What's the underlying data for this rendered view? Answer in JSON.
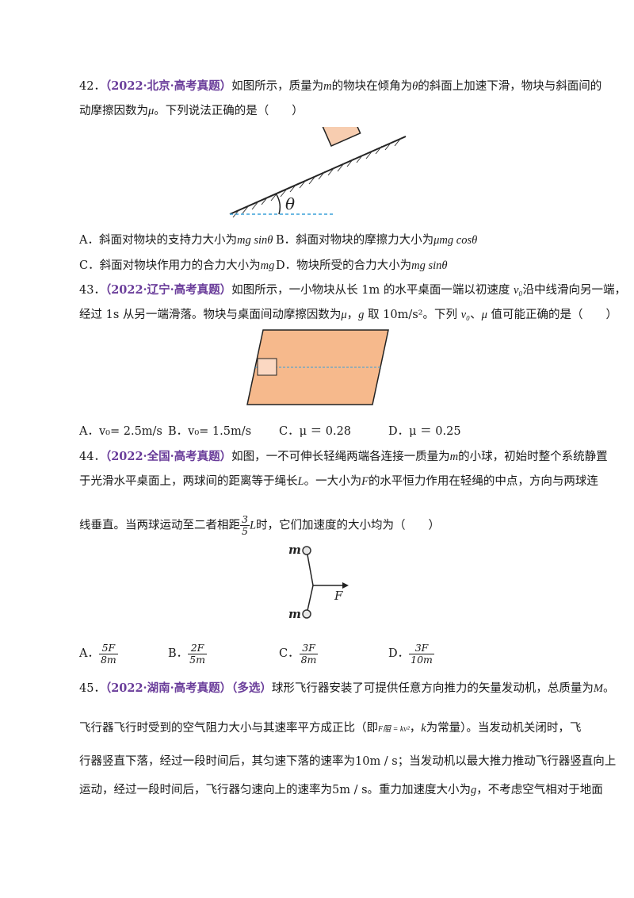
{
  "q42": {
    "num": "42．",
    "source": "（2022·北京·高考真题）",
    "line1_text": "如图所示，质量为",
    "m": "m",
    "line1_mid": "的物块在倾角为",
    "theta": "θ",
    "line1_end": "的斜面上加速下滑，物块与斜面间的",
    "line2_text": "动摩擦因数为",
    "mu": "μ",
    "line2_end": "。下列说法正确的是（　　）",
    "fig_label": "θ",
    "options": {
      "A_label": "A．斜面对物块的支持力大小为",
      "A_expr": "mg sinθ",
      "B_label": "B．斜面对物块的摩擦力大小为",
      "B_expr": "μmg cosθ",
      "C_label": "C．斜面对物块作用力的合力大小为",
      "C_expr": "mg",
      "D_label": "D．物块所受的合力大小为",
      "D_expr": "mg sinθ"
    }
  },
  "q43": {
    "num": "43．",
    "source": "（2022·辽宁·高考真题）",
    "line1_text": "如图所示，一小物块从长 1m 的水平桌面一端以初速度 ",
    "v0": "v₀",
    "line1_end": "沿中线滑向另一端，",
    "line2_text": "经过 1s 从另一端滑落。物块与桌面间动摩擦因数为",
    "mu": "μ",
    "line2_mid": "，",
    "g": "g",
    "line2_mid2": " 取 10m/s²。下列 ",
    "v0b": "v₀",
    "line2_mid3": "、",
    "mu2": "μ",
    "line2_end": " 值可能正确的是（　　）",
    "options": {
      "A": "A．v₀= 2.5m/s",
      "B": "B．v₀= 1.5m/s",
      "C": "C．μ ＝ 0.28",
      "D": "D．μ ＝ 0.25"
    }
  },
  "q44": {
    "num": "44．",
    "source": "（2022·全国·高考真题）",
    "line1_text": "如图，一不可伸长轻绳两端各连接一质量为",
    "m": "m",
    "line1_end": "的小球，初始时整个系统静置",
    "line2_text": "于光滑水平桌面上，两球间的距离等于绳长",
    "L": "L",
    "line2_mid": "。一大小为",
    "F": "F",
    "line2_end": "的水平恒力作用在轻绳的中点，方向与两球连",
    "line3_text": "线垂直。当两球运动至二者相距",
    "frac_num": "3",
    "frac_den": "5",
    "L2": "L",
    "line3_end": "时，它们加速度的大小均为（　　）",
    "fig_m_top": "m",
    "fig_m_bottom": "m",
    "fig_F": "F",
    "options": {
      "A_label": "A．",
      "A_num": "5F",
      "A_den": "8m",
      "B_label": "B．",
      "B_num": "2F",
      "B_den": "5m",
      "C_label": "C．",
      "C_num": "3F",
      "C_den": "8m",
      "D_label": "D．",
      "D_num": "3F",
      "D_den": "10m"
    }
  },
  "q45": {
    "num": "45．",
    "source": "（2022·湖南·高考真题）",
    "multi": "（多选）",
    "line1_text": "球形飞行器安装了可提供任意方向推力的矢量发动机，总质量为",
    "M": "M",
    "line1_end": "。",
    "line2_text": "飞行器飞行时受到的空气阻力大小与其速率平方成正比（即",
    "formula": "F阻 = kv²",
    "line2_mid": "，",
    "k": "k",
    "line2_end": "为常量）。当发动机关闭时，飞",
    "line3_text": "行器竖直下落，经过一段时间后，其匀速下落的速率为",
    "v1": "10m / s",
    "line3_end": "；当发动机以最大推力推动飞行器竖直向上",
    "line4_text": "运动，经过一段时间后，飞行器匀速向上的速率为",
    "v2": "5m / s",
    "line4_mid": "。重力加速度大小为",
    "g": "g",
    "line4_end": "，不考虑空气相对于地面"
  }
}
